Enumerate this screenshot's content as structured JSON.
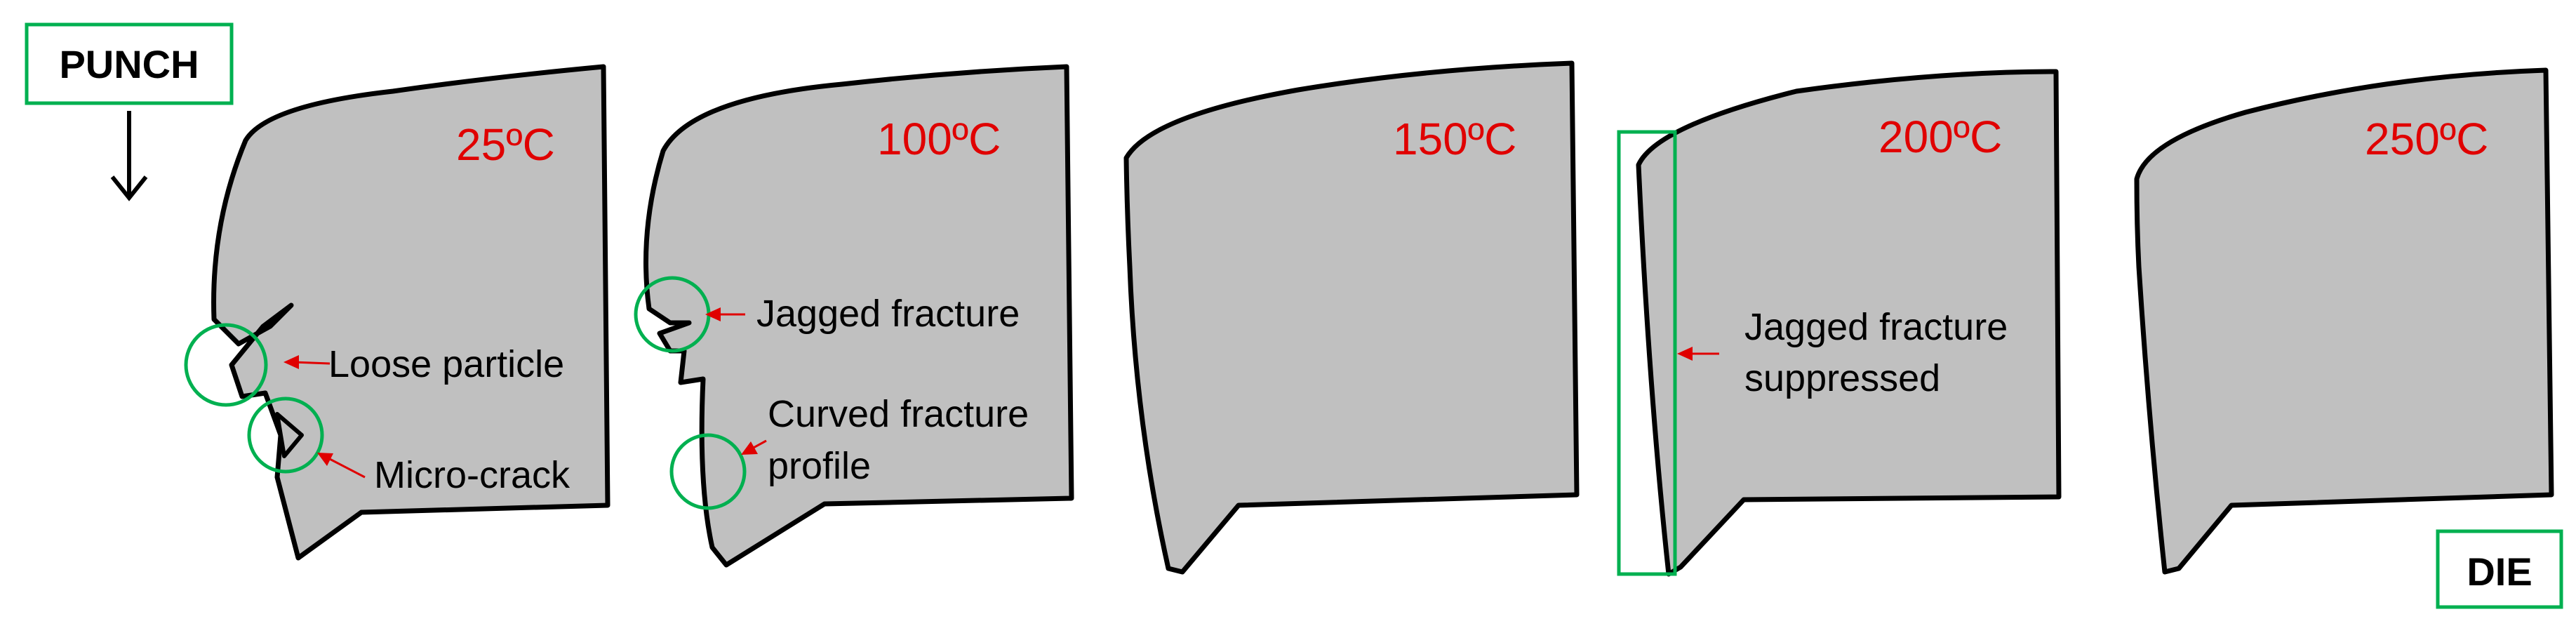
{
  "labels": {
    "punch": "PUNCH",
    "die": "DIE"
  },
  "samples": [
    {
      "temperature": "25ºC"
    },
    {
      "temperature": "100ºC"
    },
    {
      "temperature": "150ºC"
    },
    {
      "temperature": "200ºC"
    },
    {
      "temperature": "250ºC"
    }
  ],
  "annotations": {
    "loose_particle": "Loose particle",
    "micro_crack": "Micro-crack",
    "jagged_fracture": "Jagged fracture",
    "curved_fracture_line1": "Curved fracture",
    "curved_fracture_line2": "profile",
    "jagged_suppressed_line1": "Jagged fracture",
    "jagged_suppressed_line2": "suppressed"
  },
  "colors": {
    "sample_fill": "#c0c0c0",
    "temperature_text": "#e00000",
    "highlight": "#00b050",
    "pointer": "#e00000"
  }
}
